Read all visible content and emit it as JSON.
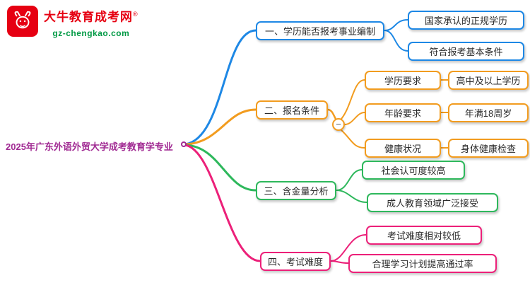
{
  "logo": {
    "title": "大牛教育成考网",
    "reg_mark": "®",
    "subtitle": "gz-chengkao.com",
    "brand_red": "#e60012",
    "brand_green": "#009944"
  },
  "root": {
    "label": "2025年广东外语外贸大学成考教育学专业",
    "color": "#a12b93"
  },
  "branches": [
    {
      "label": "一、学历能否报考事业编制",
      "color": "#1e88e5",
      "children": [
        "国家承认的正规学历",
        "符合报考基本条件"
      ]
    },
    {
      "label": "二、报名条件",
      "color": "#f29c1f",
      "collapse_icon": "−",
      "pairs": [
        {
          "key": "学历要求",
          "value": "高中及以上学历"
        },
        {
          "key": "年龄要求",
          "value": "年满18周岁"
        },
        {
          "key": "健康状况",
          "value": "身体健康检查"
        }
      ]
    },
    {
      "label": "三、含金量分析",
      "color": "#2eb85c",
      "children": [
        "社会认可度较高",
        "成人教育领域广泛接受"
      ]
    },
    {
      "label": "四、考试难度",
      "color": "#ec2079",
      "children": [
        "考试难度相对较低",
        "合理学习计划提高通过率"
      ]
    }
  ]
}
